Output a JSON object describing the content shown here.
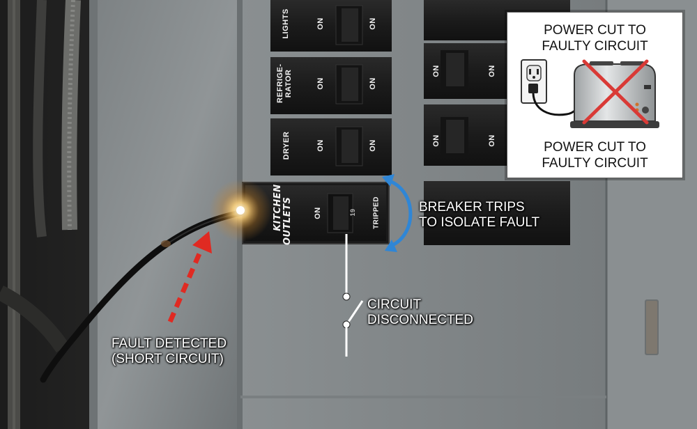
{
  "breakers": {
    "lights": "LIGHTS",
    "fridge_line1": "REFRIGE-",
    "fridge_line2": "RATOR",
    "dryer": "DRYER",
    "kitchen_line1": "KITCHEN",
    "kitchen_line2": "OUTLETS",
    "on": "ON",
    "tripped": "TRIPPED",
    "amp_19": "19"
  },
  "callouts": {
    "breaker_trips_line1": "BREAKER TRIPS",
    "breaker_trips_line2": "TO ISOLATE FAULT",
    "circuit_line1": "CIRCUIT",
    "circuit_line2": "DISCONNECTED",
    "fault_line1": "FAULT DETECTED",
    "fault_line2": "(SHORT CIRCUIT)"
  },
  "inset": {
    "top_text_line1": "POWER CUT TO",
    "top_text_line2": "FAULTY CIRCUIT",
    "bottom_text_line1": "POWER CUT TO",
    "bottom_text_line2": "FAULTY CIRCUIT"
  },
  "colors": {
    "arrow_blue": "#2f86d6",
    "arrow_red": "#e02a22",
    "cross_red": "#d93a36",
    "panel_gray": "#8d9294"
  }
}
